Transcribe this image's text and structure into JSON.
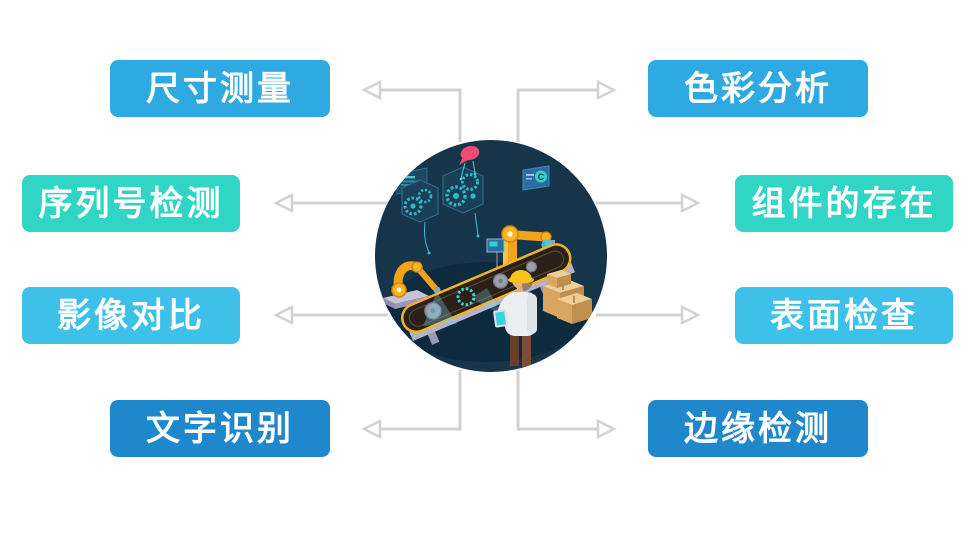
{
  "colors": {
    "arrow": "#d2d2d2",
    "label_text": "#ffffff",
    "blue": "#2fa9e1",
    "teal": "#30d5c6",
    "cyan": "#3ec1e8",
    "dark_blue": "#1f87cb"
  },
  "center": {
    "bg": "#16354b",
    "screen_letter": "C"
  },
  "labels": [
    {
      "id": "dimension-measurement",
      "text": "尺寸测量",
      "side": "left",
      "row": 1,
      "color": "#2fa9e1"
    },
    {
      "id": "serial-number-detection",
      "text": "序列号检测",
      "side": "left",
      "row": 2,
      "color": "#30d5c6"
    },
    {
      "id": "image-comparison",
      "text": "影像对比",
      "side": "left",
      "row": 3,
      "color": "#3ec1e8"
    },
    {
      "id": "text-recognition",
      "text": "文字识别",
      "side": "left",
      "row": 4,
      "color": "#1f87cb"
    },
    {
      "id": "color-analysis",
      "text": "色彩分析",
      "side": "right",
      "row": 1,
      "color": "#2fa9e1"
    },
    {
      "id": "component-presence",
      "text": "组件的存在",
      "side": "right",
      "row": 2,
      "color": "#30d5c6"
    },
    {
      "id": "surface-inspection",
      "text": "表面检查",
      "side": "right",
      "row": 3,
      "color": "#3ec1e8"
    },
    {
      "id": "edge-detection",
      "text": "边缘检测",
      "side": "right",
      "row": 4,
      "color": "#1f87cb"
    }
  ]
}
